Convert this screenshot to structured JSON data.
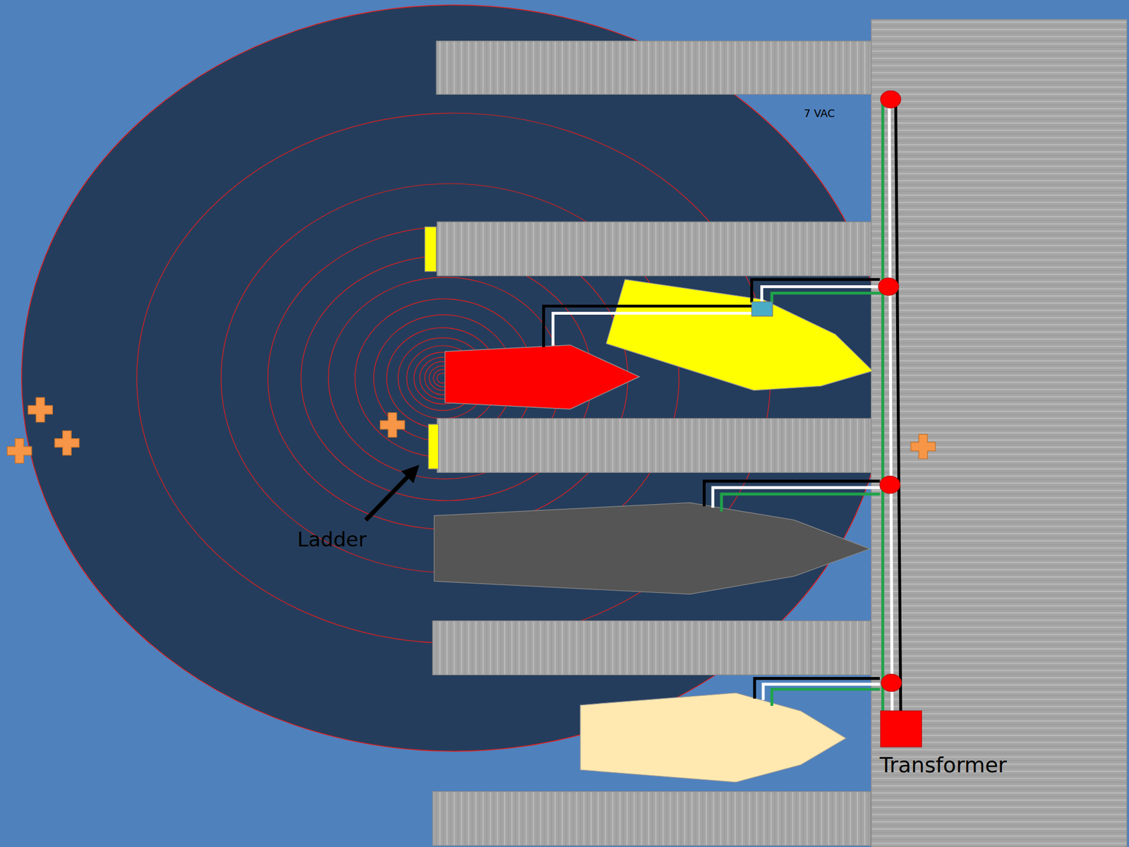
{
  "diagram": {
    "labels": [
      "7 VAC",
      "Ladder",
      "Transformer"
    ]
  }
}
